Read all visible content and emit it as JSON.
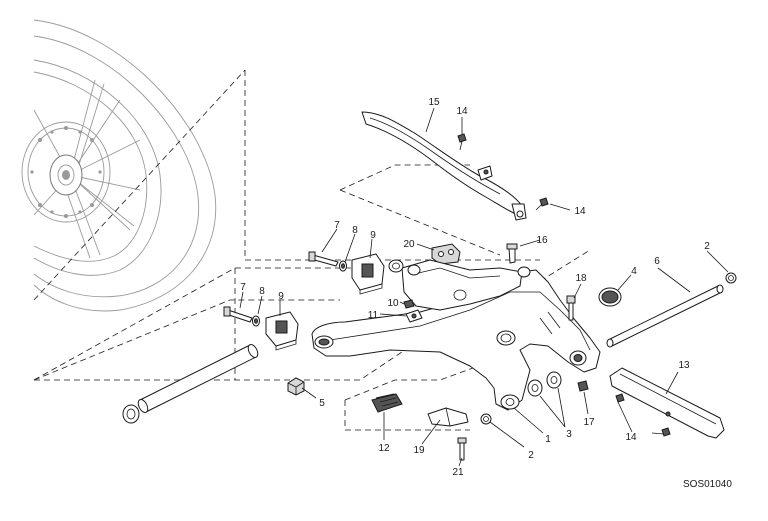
{
  "diagram": {
    "reference_code": "SOS01040",
    "callouts": [
      {
        "id": "c15",
        "label": "15"
      },
      {
        "id": "c14a",
        "label": "14"
      },
      {
        "id": "c14b",
        "label": "14"
      },
      {
        "id": "c14c",
        "label": "14"
      },
      {
        "id": "c16",
        "label": "16"
      },
      {
        "id": "c20",
        "label": "20"
      },
      {
        "id": "c7a",
        "label": "7"
      },
      {
        "id": "c8a",
        "label": "8"
      },
      {
        "id": "c9a",
        "label": "9"
      },
      {
        "id": "c7b",
        "label": "7"
      },
      {
        "id": "c8b",
        "label": "8"
      },
      {
        "id": "c9b",
        "label": "9"
      },
      {
        "id": "c10",
        "label": "10"
      },
      {
        "id": "c11",
        "label": "11"
      },
      {
        "id": "c18",
        "label": "18"
      },
      {
        "id": "c4",
        "label": "4"
      },
      {
        "id": "c6",
        "label": "6"
      },
      {
        "id": "c2a",
        "label": "2"
      },
      {
        "id": "c13",
        "label": "13"
      },
      {
        "id": "c17",
        "label": "17"
      },
      {
        "id": "c3",
        "label": "3"
      },
      {
        "id": "c1",
        "label": "1"
      },
      {
        "id": "c2b",
        "label": "2"
      },
      {
        "id": "c5",
        "label": "5"
      },
      {
        "id": "c12",
        "label": "12"
      },
      {
        "id": "c19",
        "label": "19"
      },
      {
        "id": "c21",
        "label": "21"
      }
    ]
  }
}
